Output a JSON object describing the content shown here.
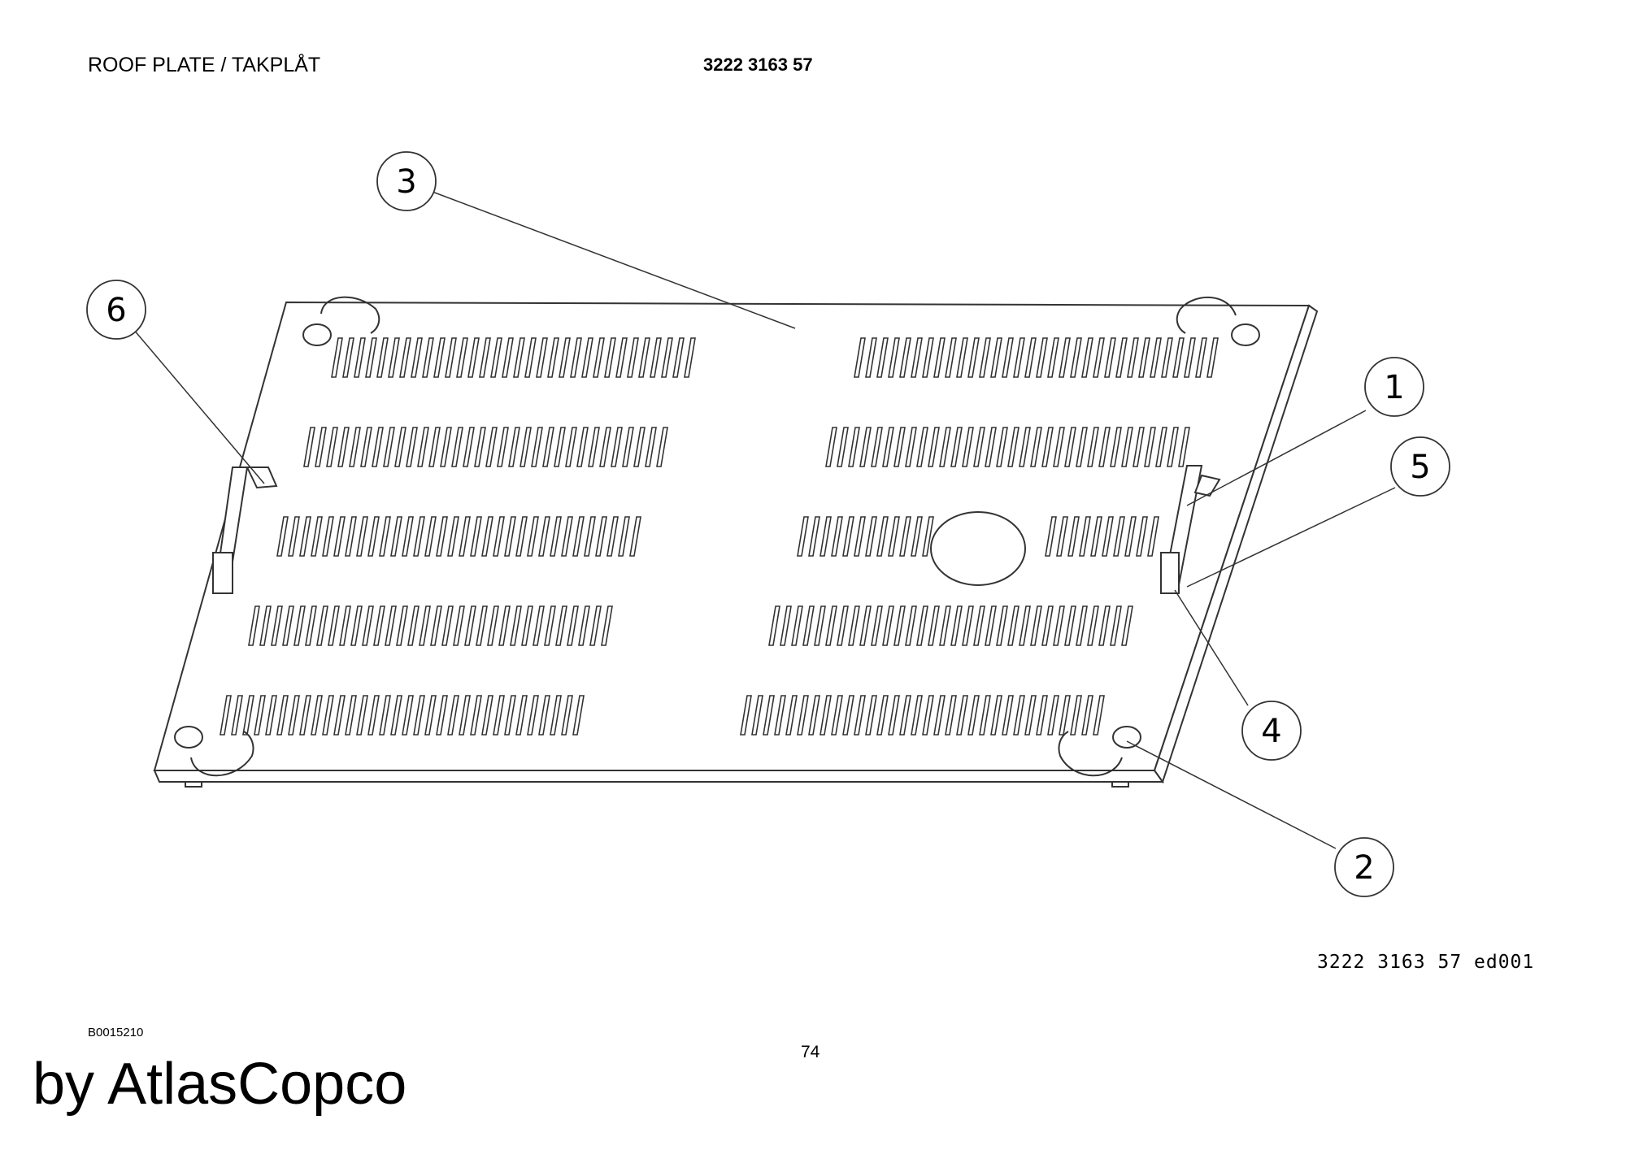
{
  "header": {
    "title": "ROOF PLATE / TAKPLÅT",
    "part_number": "3222 3163 57"
  },
  "drawing": {
    "callouts": [
      "3",
      "6",
      "1",
      "5",
      "4",
      "2"
    ],
    "reference": "3222 3163 57 ed001"
  },
  "footer": {
    "doc_code": "B0015210",
    "page_number": "74",
    "brand": "by AtlasCopco"
  }
}
